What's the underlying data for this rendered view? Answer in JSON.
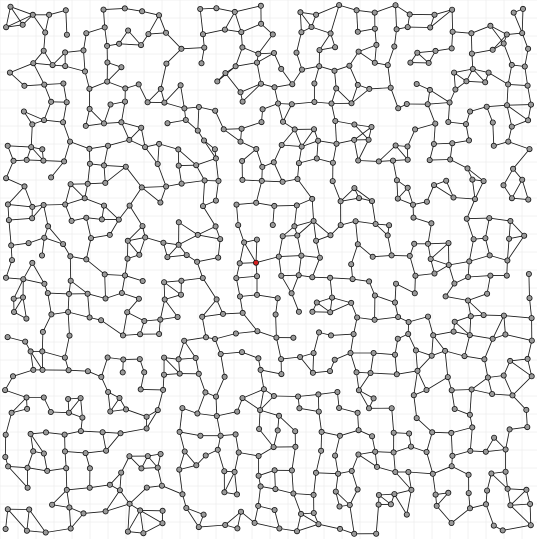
{
  "colors": {
    "background": "#ffffff",
    "grid": "#e6e6e6",
    "edge": "#1a1a1a",
    "node_fill": "#9a9a9a",
    "node_stroke": "#111111",
    "highlight_fill": "#d42020"
  },
  "graph": {
    "description_type": "random geometric mesh network",
    "grid_visible": true,
    "node_count_estimate": 700,
    "highlighted_node_count": 1
  }
}
